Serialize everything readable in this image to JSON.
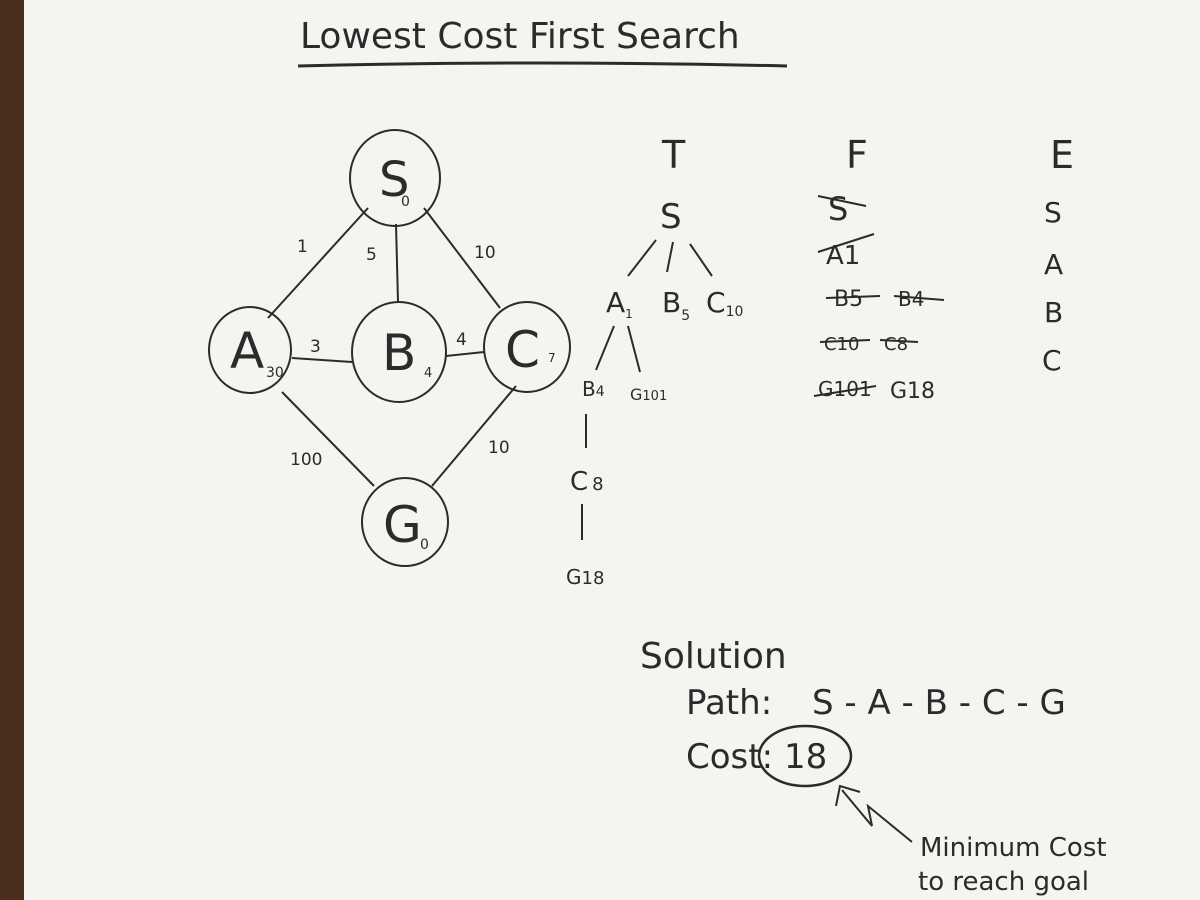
{
  "title": "Lowest Cost First Search",
  "graph": {
    "nodes": [
      {
        "id": "S",
        "label": "S",
        "h": "0"
      },
      {
        "id": "A",
        "label": "A",
        "h": "30"
      },
      {
        "id": "B",
        "label": "B",
        "h": "4"
      },
      {
        "id": "C",
        "label": "C",
        "h": "7"
      },
      {
        "id": "G",
        "label": "G",
        "h": "0"
      }
    ],
    "edges": [
      {
        "from": "S",
        "to": "A",
        "cost": "1"
      },
      {
        "from": "S",
        "to": "B",
        "cost": "5"
      },
      {
        "from": "S",
        "to": "C",
        "cost": "10"
      },
      {
        "from": "A",
        "to": "B",
        "cost": "3"
      },
      {
        "from": "B",
        "to": "C",
        "cost": "4"
      },
      {
        "from": "A",
        "to": "G",
        "cost": "100"
      },
      {
        "from": "C",
        "to": "G",
        "cost": "10"
      }
    ]
  },
  "columns": {
    "tree": "T",
    "frontier": "F",
    "explored": "E"
  },
  "tree": {
    "root": "S",
    "level1": [
      {
        "name": "A",
        "cost": "1"
      },
      {
        "name": "B",
        "cost": "5"
      },
      {
        "name": "C",
        "cost": "10"
      }
    ],
    "level2": [
      {
        "name": "B",
        "cost": "4"
      },
      {
        "name": "G",
        "cost": "101"
      }
    ],
    "level3": {
      "name": "C",
      "cost": "8"
    },
    "level4": {
      "name": "G",
      "cost": "18"
    }
  },
  "frontier": [
    {
      "text": "S",
      "crossed": true
    },
    {
      "text": "A1",
      "crossed": true
    },
    {
      "text": "B5",
      "crossed": true
    },
    {
      "text": "B4",
      "crossed": true
    },
    {
      "text": "C10",
      "crossed": true
    },
    {
      "text": "C8",
      "crossed": true
    },
    {
      "text": "G101",
      "crossed": true
    },
    {
      "text": "G18",
      "crossed": false
    }
  ],
  "explored": [
    "S",
    "A",
    "B",
    "C"
  ],
  "solution": {
    "heading": "Solution",
    "path_label": "Path:",
    "path": "S - A - B - C - G",
    "cost_label": "Cost:",
    "cost": "18",
    "note_line1": "Minimum Cost",
    "note_line2": "to reach goal"
  },
  "colors": {
    "paper": "#f4f4f1",
    "ink": "#2b2b2b",
    "background": "#4a2e1e"
  }
}
